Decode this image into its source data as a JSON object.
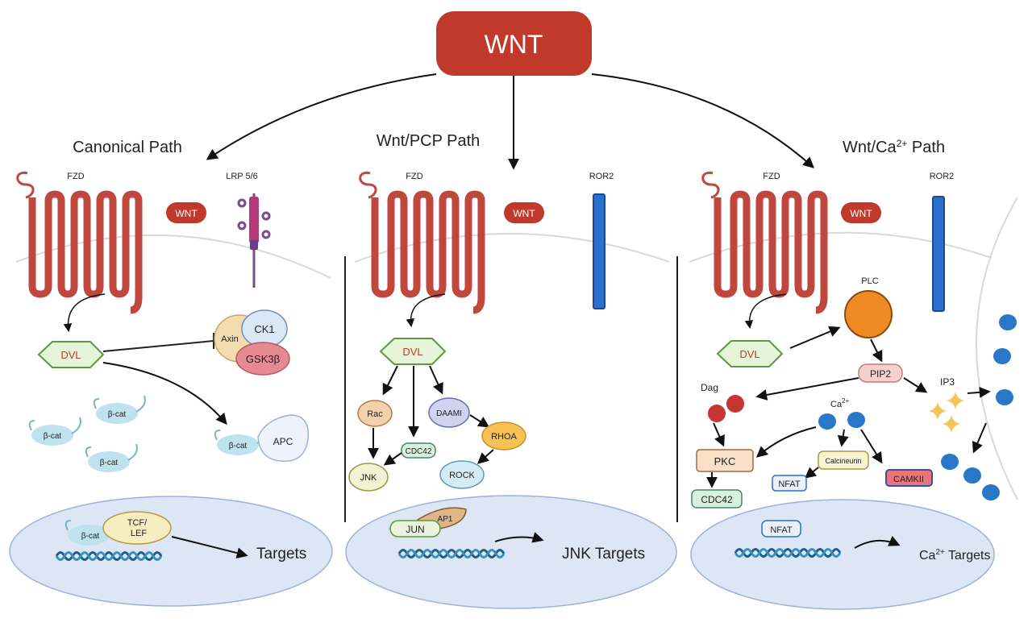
{
  "colors": {
    "wnt_red": "#c0392b",
    "receptor_red": "#c0473d",
    "dvl_fill": "#e6f4d9",
    "dvl_stroke": "#5a9a3c",
    "ror2_blue": "#2b6fcf",
    "nucleus_fill": "#dde6f5",
    "nucleus_stroke": "#9db2d8",
    "bcat_fill": "#bfe2ef",
    "dna_blue": "#1d5f86",
    "plc_orange": "#f08a24",
    "ca_blue": "#2877c8",
    "ip3_gold": "#f3c45a",
    "dag_red": "#c63434"
  },
  "icons": [
    "receptor-icon",
    "dna-icon",
    "arrow-icon",
    "inhibit-icon",
    "ion-icon",
    "star-icon"
  ],
  "header": {
    "wnt": "WNT"
  },
  "canonical": {
    "title": "Canonical Path",
    "fzd": "FZD",
    "lrp": "LRP 5/6",
    "wnt": "WNT",
    "dvl": "DVL",
    "axin": "Axin",
    "ck1": "CK1",
    "gsk": "GSK3β",
    "apc": "APC",
    "bcat": "β-cat",
    "tcf_line1": "TCF/",
    "tcf_line2": "LEF",
    "targets": "Targets"
  },
  "pcp": {
    "title": "Wnt/PCP Path",
    "fzd": "FZD",
    "ror2": "ROR2",
    "wnt": "WNT",
    "dvl": "DVL",
    "rac": "Rac",
    "cdc42": "CDC42",
    "daam1": "DAAMI",
    "rhoa": "RHOA",
    "rock": "ROCK",
    "jnk": "JNK",
    "ap1": "AP1",
    "jun": "JUN",
    "targets": "JNK Targets"
  },
  "ca": {
    "title_main": "Wnt/Ca",
    "title_sup": "2+",
    "title_end": " Path",
    "fzd": "FZD",
    "ror2": "ROR2",
    "wnt": "WNT",
    "dvl": "DVL",
    "plc": "PLC",
    "pip2": "PIP2",
    "ip3": "IP3",
    "dag": "Dag",
    "ca_main": "Ca",
    "ca_sup": "2+",
    "pkc": "PKC",
    "cdc42": "CDC42",
    "calcineurin": "Calcineurin",
    "nfat": "NFAT",
    "camkii": "CAMKII",
    "nfat_nuc": "NFAT",
    "targets_main": "Ca",
    "targets_sup": "2+",
    "targets_end": " Targets"
  }
}
